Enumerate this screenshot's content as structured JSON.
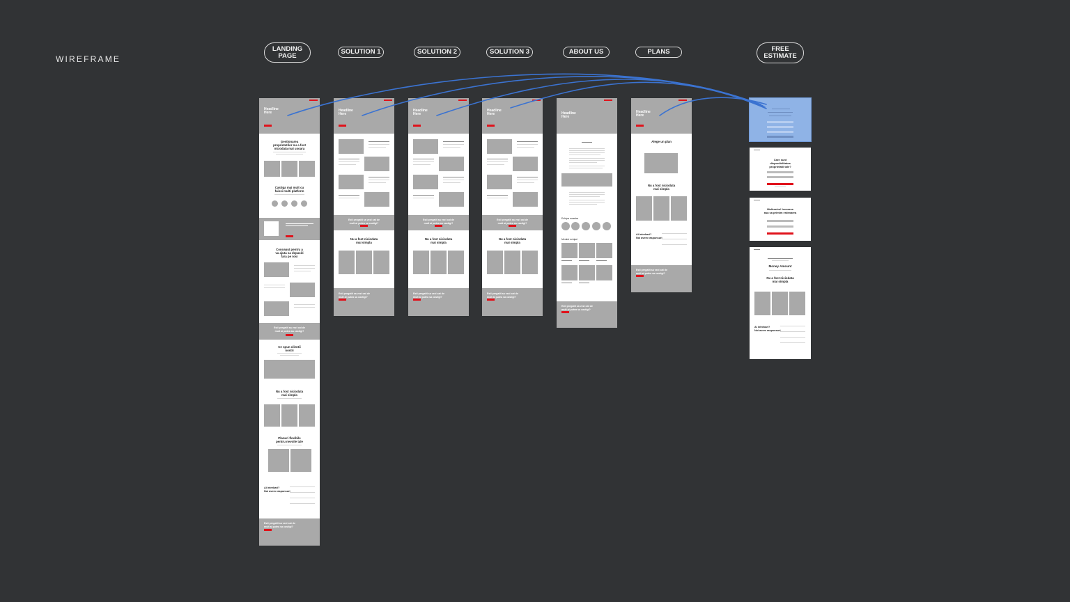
{
  "title": "WIREFRAME",
  "nav": [
    {
      "line1": "LANDING",
      "line2": "PAGE"
    },
    {
      "line1": "SOLUTION 1"
    },
    {
      "line1": "SOLUTION 2"
    },
    {
      "line1": "SOLUTION 3"
    },
    {
      "line1": "ABOUT US"
    },
    {
      "line1": "PLANS"
    },
    {
      "line1": "FREE",
      "line2": "ESTIMATE"
    }
  ],
  "colors": {
    "background": "#313335",
    "placeholder": "#a9a9a9",
    "cta": "#e0121b",
    "link": "#3b73d1",
    "highlight": "#8fb3e6"
  },
  "wf": {
    "headline": [
      "Headline",
      "Here"
    ],
    "landing": {
      "s1": [
        "Gestionarea",
        "proprietatilor nu a fost",
        "niciodata mai usoara"
      ],
      "s2": [
        "Castiga mai mult cu",
        "faissi multi platform"
      ],
      "s3": [
        "Conceput pentru a",
        "va ajuta sa depasiti",
        "fara pe rosi"
      ],
      "s4": [
        "Ce spun clientii",
        "nostri"
      ],
      "s5": [
        "Nu a fost niciodata",
        "mai simpla"
      ],
      "s6": [
        "Planuri flexibile",
        "pentru nevoile tale"
      ],
      "faq": [
        "Ai intrebari?",
        "Noi avem raspunsuri"
      ]
    },
    "common": {
      "cta": [
        "Esti pregatit sa vezi cat de",
        "mult ai putea sa castigi?"
      ],
      "never": [
        "Nu a fost niciodata",
        "mai simpla"
      ]
    },
    "plans": {
      "choose": "Alege un plan",
      "never": [
        "Nu a fost niciodata",
        "mai simpla"
      ],
      "faq": [
        "Ai intrebari?",
        "Noi avem raspunsuri"
      ]
    },
    "about": {
      "team": "Echipa noastra",
      "meet": "Membri echipei"
    },
    "estimate": {
      "s1": [
        "Care sunt",
        "disponibilitatea",
        "proprietatii tale?"
      ],
      "s2": [
        "Multumim! Incearca",
        "asa sa primim estimarea"
      ],
      "amount": "Money Amount",
      "never": [
        "Nu a fost niciodata",
        "mai simpla"
      ],
      "faq": [
        "Ai intrebari?",
        "Noi avem raspunsuri"
      ]
    }
  }
}
